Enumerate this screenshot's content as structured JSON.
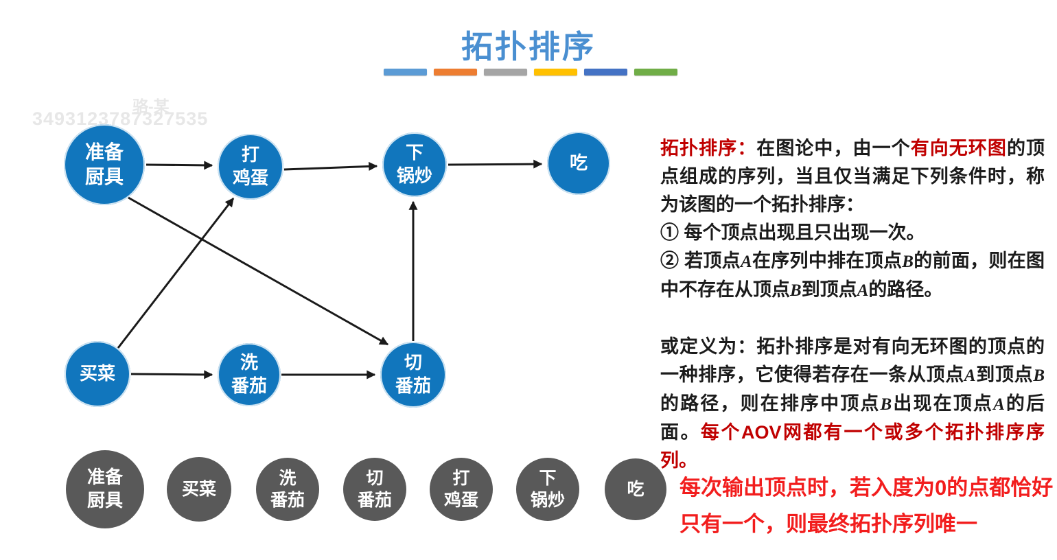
{
  "title": "拓扑排序",
  "divider_colors": [
    "#5B9BD5",
    "#ED7D31",
    "#A5A5A5",
    "#FFC000",
    "#4472C4",
    "#70AD47"
  ],
  "watermark": {
    "name": "骆-某",
    "id": "3493123787327535"
  },
  "graph": {
    "node_color": "#1176BD",
    "edge_color": "#1a1a1a",
    "nodes": {
      "kitchen": {
        "line1": "准备",
        "line2": "厨具"
      },
      "eggs": {
        "line1": "打",
        "line2": "鸡蛋"
      },
      "stirfry": {
        "line1": "下",
        "line2": "锅炒"
      },
      "eat": {
        "line1": "吃"
      },
      "buy": {
        "line1": "买菜"
      },
      "wash": {
        "line1": "洗",
        "line2": "番茄"
      },
      "cut": {
        "line1": "切",
        "line2": "番茄"
      }
    },
    "edges": [
      {
        "from": "准备厨具",
        "to": "打鸡蛋"
      },
      {
        "from": "准备厨具",
        "to": "切番茄"
      },
      {
        "from": "买菜",
        "to": "打鸡蛋"
      },
      {
        "from": "买菜",
        "to": "洗番茄"
      },
      {
        "from": "打鸡蛋",
        "to": "下锅炒"
      },
      {
        "from": "洗番茄",
        "to": "切番茄"
      },
      {
        "from": "切番茄",
        "to": "下锅炒"
      },
      {
        "from": "下锅炒",
        "to": "吃"
      }
    ]
  },
  "definition": {
    "term": "拓扑排序：",
    "t1": "在图论中，由一个",
    "hl": "有向无环图",
    "t2": "的顶点组成的序列，当且仅当满足下列条件时，称为该图的一个拓扑排序：",
    "cond1": "① 每个顶点出现且只出现一次。",
    "cond2": {
      "p1": "② 若顶点",
      "vA1": "A",
      "p2": "在序列中排在顶点",
      "vB1": "B",
      "p3": "的前面，则在图中不存在从顶点",
      "vB2": "B",
      "p4": "到顶点",
      "vA2": "A",
      "p5": "的路径。"
    },
    "alt": {
      "p1": "或定义为：拓扑排序是对有向无环图的顶点的一种排序，它使得若存在一条从顶点",
      "vA1": "A",
      "p2": "到顶点",
      "vB1": "B",
      "p3": "的路径，则在排序中顶点",
      "vB2": "B",
      "p4": "出现在顶点",
      "vA2": "A",
      "p5": "的后面。",
      "hl": "每个AOV网都有一个或多个拓扑排序序列。"
    }
  },
  "note_red": "每次输出顶点时，若入度为0的点都恰好只有一个，则最终拓扑序列唯一",
  "sequence": {
    "node_color": "#595959",
    "items": [
      {
        "line1": "准备",
        "line2": "厨具"
      },
      {
        "line1": "买菜"
      },
      {
        "line1": "洗",
        "line2": "番茄"
      },
      {
        "line1": "切",
        "line2": "番茄"
      },
      {
        "line1": "打",
        "line2": "鸡蛋"
      },
      {
        "line1": "下",
        "line2": "锅炒"
      },
      {
        "line1": "吃"
      }
    ]
  }
}
